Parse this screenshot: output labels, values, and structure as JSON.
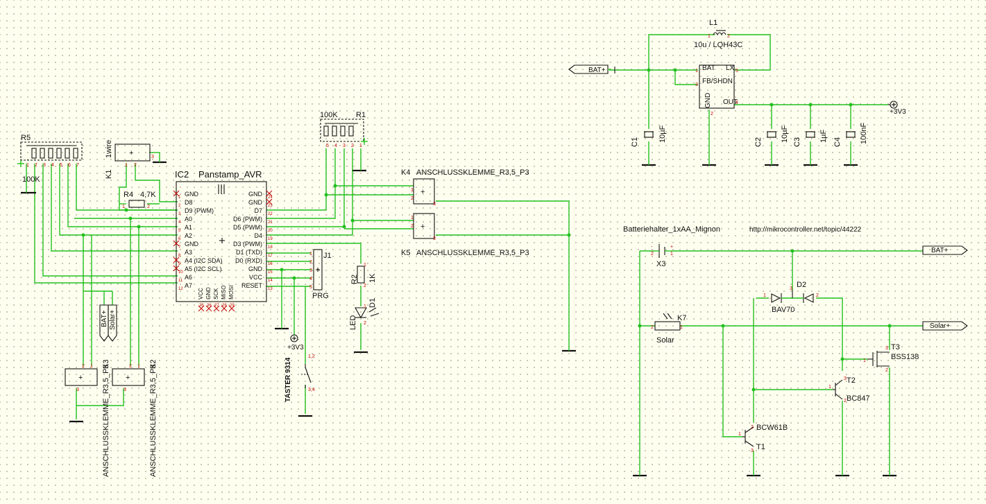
{
  "components": {
    "r5": {
      "ref": "R5",
      "value": "100K"
    },
    "k1": {
      "ref": "K1",
      "value": "1wire"
    },
    "r4": {
      "ref": "R4",
      "value": "4,7K"
    },
    "ic2": {
      "ref": "IC2",
      "value": "Panstamp_AVR"
    },
    "r1": {
      "ref": "R1",
      "value": "100K"
    },
    "k4": {
      "ref": "K4",
      "value": "ANSCHLUSSKLEMME_R3,5_P3"
    },
    "k5": {
      "ref": "K5",
      "value": "ANSCHLUSSKLEMME_R3,5_P3"
    },
    "j1": {
      "ref": "J1",
      "value": "PRG"
    },
    "r2": {
      "ref": "R2",
      "value": "1K"
    },
    "d1": {
      "ref": "D1",
      "value": "LED"
    },
    "k3": {
      "ref": "K3",
      "value": "ANSCHLUSSKLEMME_R3,5_P3"
    },
    "k2": {
      "ref": "K2",
      "value": "ANSCHLUSSKLEMME_R3,5_P3"
    },
    "taster": {
      "value": "TASTER 9314"
    },
    "l1": {
      "ref": "L1",
      "value": "10u / LQH43C"
    },
    "c1": {
      "ref": "C1",
      "value": "10µF"
    },
    "c2": {
      "ref": "C2",
      "value": "10µF"
    },
    "c3": {
      "ref": "C3",
      "value": "1µF"
    },
    "c4": {
      "ref": "C4",
      "value": "100nF"
    },
    "x3": {
      "ref": "X3",
      "value": "Batteriehalter_1xAA_Mignon"
    },
    "k7": {
      "ref": "K7",
      "value": "Solar"
    },
    "d2": {
      "ref": "D2",
      "value": "BAV70"
    },
    "t1": {
      "ref": "T1",
      "value": "BCW61B"
    },
    "t2": {
      "ref": "T2",
      "value": "BC847"
    },
    "t3": {
      "ref": "T3",
      "value": "BSS138"
    }
  },
  "url": "http://mikrocontroller.net/topic/44222",
  "ic_pins_left": [
    "GND",
    "D8",
    "D9 (PWM)",
    "A0",
    "A1",
    "A2",
    "GND",
    "A3",
    "A4 (I2C SDA)",
    "A5 (I2C SCL)",
    "A6",
    "A7"
  ],
  "ic_pins_right": [
    "GND",
    "GND",
    "D7",
    "D6 (PWM)",
    "D5 (PWM)",
    "D4",
    "D3 (PWM)",
    "D1 (TXD)",
    "D0 (RXD)",
    "GND",
    "VCC",
    "RESET"
  ],
  "ic_pins_bottom": [
    "VCC",
    "GND",
    "SCK",
    "MISO",
    "MOSI"
  ],
  "regulator_pins": {
    "bat": "BAT",
    "lx": "LX",
    "fb": "FB/SHDN",
    "gnd": "GND",
    "out": "OUT"
  },
  "net_labels": {
    "bat": "BAT+",
    "solar": "Solar+",
    "v33": "+3V3"
  }
}
